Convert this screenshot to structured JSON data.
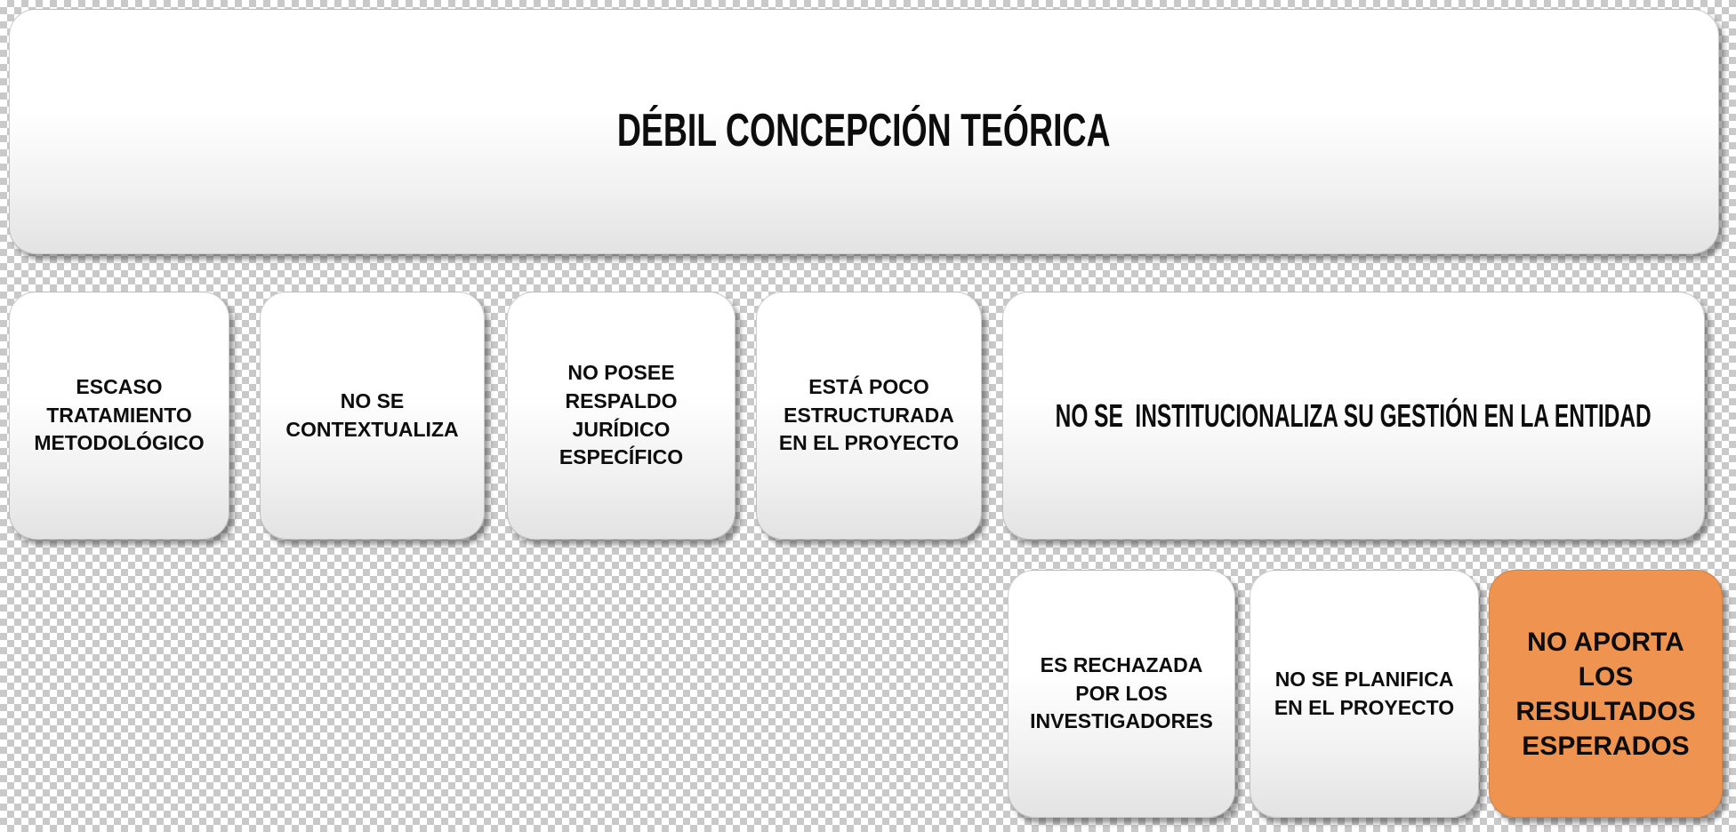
{
  "title_box": {
    "label": "DÉBIL CONCEPCIÓN TEÓRICA"
  },
  "row1_boxes": [
    {
      "id": "escaso-tratamiento-metodologico",
      "label": "ESCASO\nTRATAMIENTO\nMETODOLÓGICO"
    },
    {
      "id": "no-se-contextualiza",
      "label": "NO SE\nCONTEXTUALIZA"
    },
    {
      "id": "no-posee-respaldo-juridico",
      "label": "NO POSEE\nRESPALDO\nJURÍDICO\nESPECÍFICO"
    },
    {
      "id": "esta-poco-estructurada",
      "label": "ESTÁ POCO\nESTRUCTURADA\nEN EL PROYECTO"
    },
    {
      "id": "no-se-institucionaliza",
      "label": "NO SE  INSTITUCIONALIZA SU GESTIÓN EN LA ENTIDAD"
    }
  ],
  "row2_boxes": [
    {
      "id": "es-rechazada-por-investigadores",
      "label": "ES RECHAZADA\nPOR LOS\nINVESTIGADORES"
    },
    {
      "id": "no-se-planifica",
      "label": "NO SE PLANIFICA\nEN EL PROYECTO"
    },
    {
      "id": "no-aporta-resultados",
      "label": "NO APORTA\nLOS\nRESULTADOS\nESPERADOS",
      "highlighted": true
    }
  ],
  "colors": {
    "checker_dark": "#c9c9c9",
    "checker_light": "#ffffff",
    "box_gradient_top": "#ffffff",
    "box_gradient_bottom": "#e3e3e3",
    "highlight_orange": "#ee9450",
    "text": "#0d0d0d"
  }
}
